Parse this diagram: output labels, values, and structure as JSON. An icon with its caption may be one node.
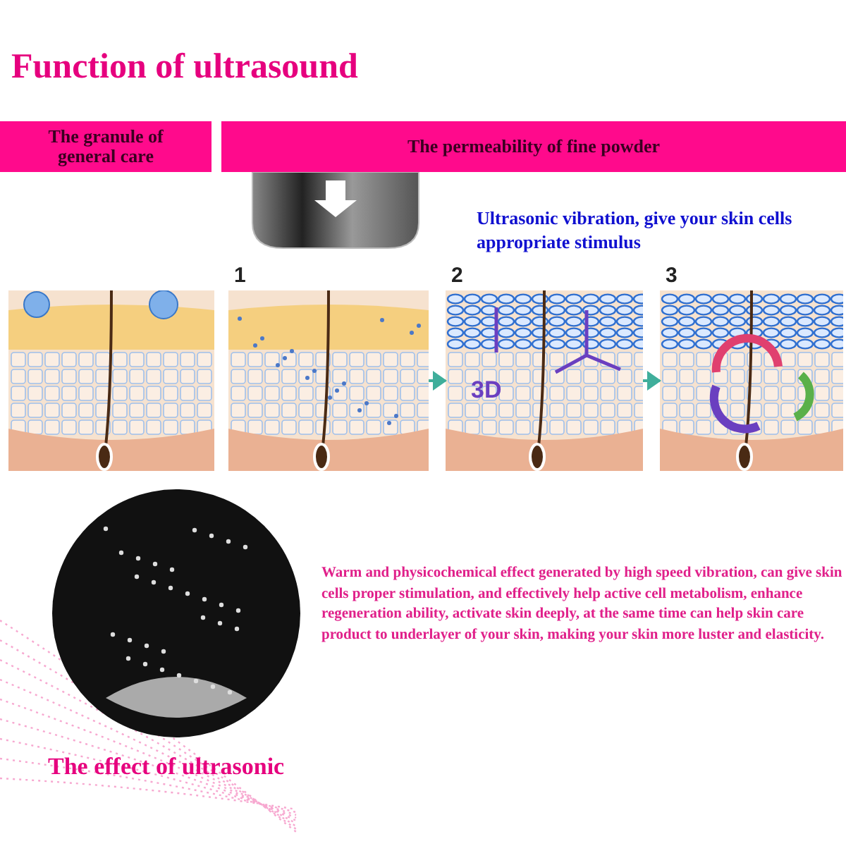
{
  "diagram": {
    "title": "Function of ultrasound",
    "nodes": [
      {
        "text": [
          "The granule of general care"
        ]
      },
      {
        "text": [
          "The permeability of fine powder"
        ]
      },
      {
        "text": [],
        "shape": "picture"
      },
      {
        "text": [
          "1"
        ]
      },
      {
        "text": [
          "2",
          "3D"
        ]
      },
      {
        "text": [
          "3"
        ]
      }
    ],
    "edges": [
      {
        "from": 3,
        "to": 4,
        "arrow": "to"
      },
      {
        "from": 4,
        "to": 5,
        "arrow": "to"
      }
    ],
    "labels": [
      "Ultrasonic vibration, give your skin cells appropriate stimulus",
      "Warm and physicochemical effect generated by high speed vibration, can give skin cells proper stimulation, and effectively help active cell metabolism, enhance regeneration ability, activate skin deeply, at the same time can help skin care product to underlayer of your skin, making your skin more luster and elasticity.",
      "The effect of ultrasonic"
    ]
  }
}
